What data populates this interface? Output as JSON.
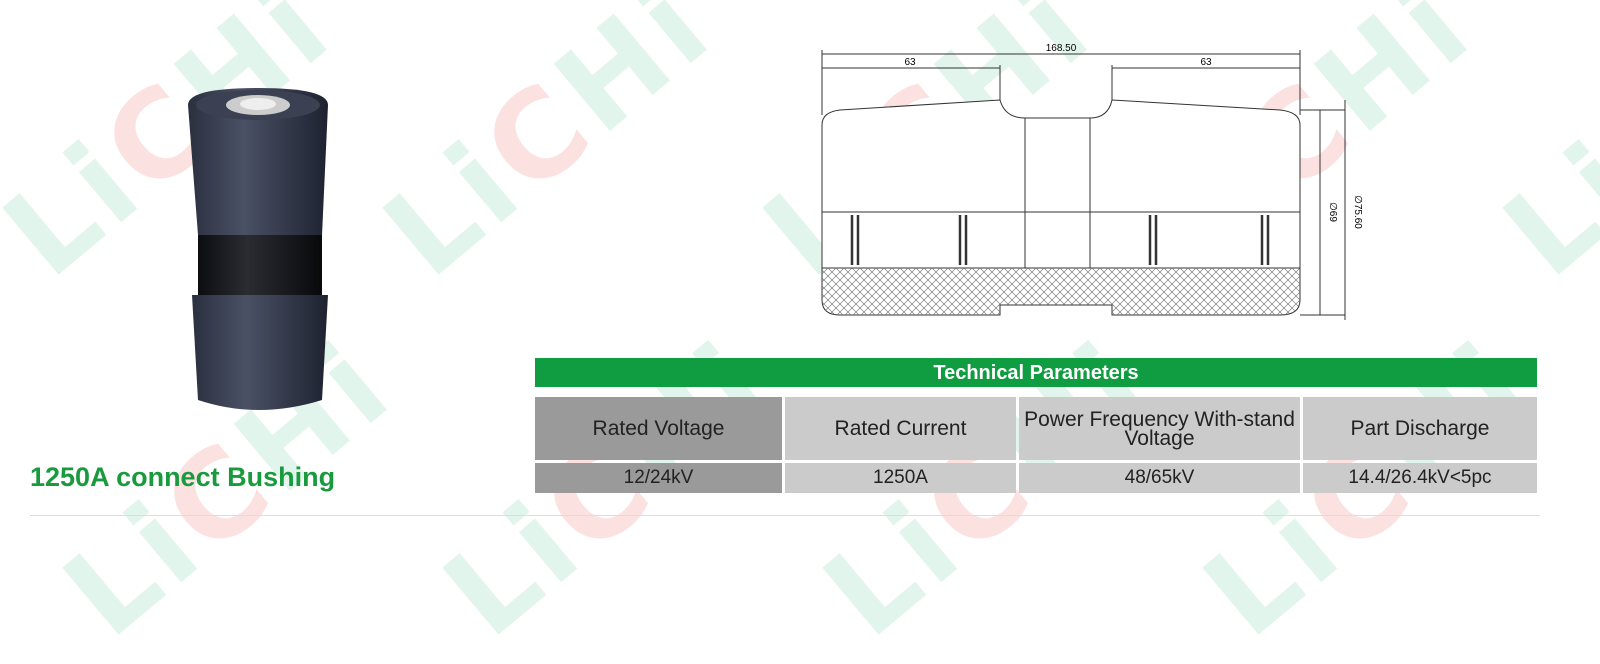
{
  "product": {
    "title": "1250A connect Bushing"
  },
  "watermark": "LiCHi",
  "drawing": {
    "dimensions": {
      "overall_length": "168.50",
      "left_section": "63",
      "right_section": "63",
      "inner_diameter": "∅69",
      "outer_diameter": "∅75.60"
    }
  },
  "table": {
    "title": "Technical Parameters",
    "headers": [
      "Rated Voltage",
      "Rated Current",
      "Power Frequency With-stand Voltage",
      "Part Discharge"
    ],
    "values": [
      "12/24kV",
      "1250A",
      "48/65kV",
      "14.4/26.4kV<5pc"
    ]
  },
  "colors": {
    "brand_green": "#109c40",
    "title_green": "#1a9a3e"
  }
}
